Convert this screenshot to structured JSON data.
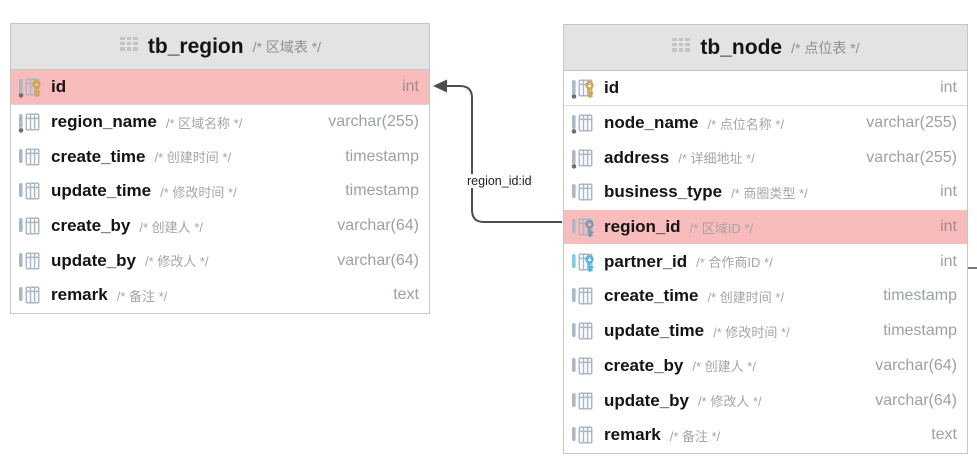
{
  "diagram": {
    "relation_label": "region_id:id",
    "colors": {
      "highlight_row": "#f8bcbc",
      "primary_key_icon": "#dca138",
      "foreign_key_icon": "#7b93a9",
      "foreign_key_blue_icon": "#41b7e6",
      "relation_line": "#4d4d4d",
      "header_background": "#e3e3e3"
    }
  },
  "tables": [
    {
      "name": "tb_region",
      "comment": "/* 区域表 */",
      "fields": [
        {
          "name": "id",
          "comment": "",
          "type": "int",
          "icon": "primary-key",
          "dot": true,
          "highlighted": true,
          "separator": true
        },
        {
          "name": "region_name",
          "comment": "/* 区域名称 */",
          "type": "varchar(255)",
          "icon": "column",
          "dot": true
        },
        {
          "name": "create_time",
          "comment": "/* 创建时间 */",
          "type": "timestamp",
          "icon": "column"
        },
        {
          "name": "update_time",
          "comment": "/* 修改时间 */",
          "type": "timestamp",
          "icon": "column"
        },
        {
          "name": "create_by",
          "comment": "/* 创建人 */",
          "type": "varchar(64)",
          "icon": "column"
        },
        {
          "name": "update_by",
          "comment": "/* 修改人 */",
          "type": "varchar(64)",
          "icon": "column"
        },
        {
          "name": "remark",
          "comment": "/* 备注 */",
          "type": "text",
          "icon": "column"
        }
      ]
    },
    {
      "name": "tb_node",
      "comment": "/* 点位表 */",
      "fields": [
        {
          "name": "id",
          "comment": "",
          "type": "int",
          "icon": "primary-key",
          "dot": true,
          "separator": true
        },
        {
          "name": "node_name",
          "comment": "/* 点位名称 */",
          "type": "varchar(255)",
          "icon": "column",
          "dot": true
        },
        {
          "name": "address",
          "comment": "/* 详细地址 */",
          "type": "varchar(255)",
          "icon": "column",
          "dot": true
        },
        {
          "name": "business_type",
          "comment": "/* 商圈类型 */",
          "type": "int",
          "icon": "column"
        },
        {
          "name": "region_id",
          "comment": "/* 区域ID */",
          "type": "int",
          "icon": "foreign-key",
          "highlighted": true
        },
        {
          "name": "partner_id",
          "comment": "/* 合作商ID */",
          "type": "int",
          "icon": "foreign-key-blue"
        },
        {
          "name": "create_time",
          "comment": "/* 创建时间 */",
          "type": "timestamp",
          "icon": "column"
        },
        {
          "name": "update_time",
          "comment": "/* 修改时间 */",
          "type": "timestamp",
          "icon": "column"
        },
        {
          "name": "create_by",
          "comment": "/* 创建人 */",
          "type": "varchar(64)",
          "icon": "column"
        },
        {
          "name": "update_by",
          "comment": "/* 修改人 */",
          "type": "varchar(64)",
          "icon": "column"
        },
        {
          "name": "remark",
          "comment": "/* 备注 */",
          "type": "text",
          "icon": "column"
        }
      ]
    }
  ]
}
